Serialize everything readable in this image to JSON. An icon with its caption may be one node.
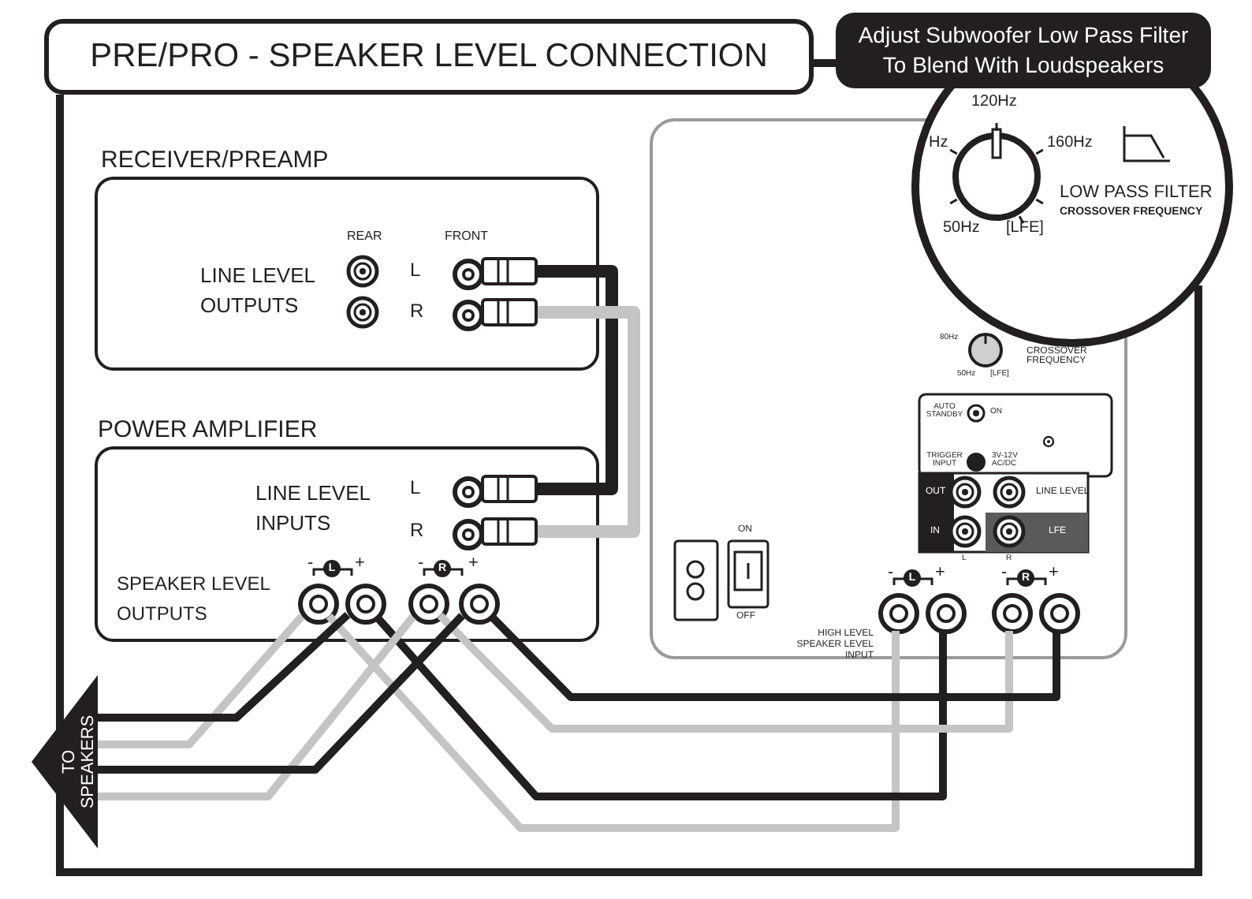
{
  "diagram": {
    "nodes": [
      {
        "text": [
          "PRE/PRO - SPEAKER LEVEL CONNECTION"
        ]
      },
      {
        "text": [
          "Adjust Subwoofer Low Pass Filter To Blend With Loudspeakers"
        ]
      },
      {
        "text": [
          "LOW PASS FILTER",
          "CROSSOVER FREQUENCY"
        ]
      },
      {
        "text": [
          "RECEIVER/PREAMP",
          "LINE LEVEL OUTPUTS"
        ]
      },
      {
        "text": [],
        "shape": "circle",
        "in": 3
      },
      {
        "text": [],
        "shape": "circle",
        "in": 3
      },
      {
        "text": [
          "POWER AMPLIFIER",
          "LINE LEVEL INPUTS",
          "SPEAKER LEVEL OUTPUTS"
        ]
      },
      {
        "text": [],
        "shape": "circle",
        "in": 6
      },
      {
        "text": [],
        "shape": "circle",
        "in": 6
      },
      {
        "text": [],
        "shape": "circle",
        "in": 6
      },
      {
        "text": [],
        "shape": "circle",
        "in": 6
      },
      {
        "text": [],
        "shape": "circle",
        "in": 6
      },
      {
        "text": [],
        "shape": "circle",
        "in": 6
      },
      {
        "text": [
          "HIGH LEVEL SPEAKER LEVEL INPUT"
        ]
      },
      {
        "text": [],
        "shape": "circle",
        "in": 13
      },
      {
        "text": [],
        "shape": "circle",
        "in": 13
      },
      {
        "text": [],
        "shape": "circle",
        "in": 13
      },
      {
        "text": [],
        "shape": "circle",
        "in": 13
      },
      {
        "text": [
          "TO SPEAKERS"
        ]
      }
    ],
    "edges": [
      {
        "from": 0,
        "to": 1,
        "arrow": "none"
      },
      {
        "from": 4,
        "to": 7,
        "arrow": "none"
      },
      {
        "from": 5,
        "to": 8,
        "arrow": "none",
        "color": "#c4c4c4"
      },
      {
        "from": 9,
        "to": 14,
        "arrow": "none",
        "color": "#c4c4c4"
      },
      {
        "from": 10,
        "to": 15,
        "arrow": "none"
      },
      {
        "from": 11,
        "to": 16,
        "arrow": "none",
        "color": "#c4c4c4"
      },
      {
        "from": 12,
        "to": 17,
        "arrow": "none"
      },
      {
        "from": 9,
        "to": 18,
        "arrow": "none",
        "color": "#c4c4c4"
      },
      {
        "from": 10,
        "to": 18,
        "arrow": "none"
      },
      {
        "from": 11,
        "to": 18,
        "arrow": "none",
        "color": "#c4c4c4"
      },
      {
        "from": 12,
        "to": 18,
        "arrow": "none"
      }
    ],
    "labels": [
      "120Hz",
      "Hz",
      "160Hz",
      "50Hz",
      "[LFE]",
      "REAR",
      "FRONT",
      "L",
      "R",
      "80Hz",
      "50Hz",
      "[LFE]",
      "CROSSOVER FREQUENCY",
      "AUTO STANDBY",
      "ON",
      "TRIGGER INPUT",
      "3V-12V AC/DC",
      "L",
      "OUT",
      "LINE LEVEL",
      "R",
      "ON",
      "IN",
      "LFE",
      "L",
      "R",
      "-",
      "L",
      "+",
      "-",
      "R",
      "+",
      "OFF",
      "-",
      "L",
      "+",
      "-",
      "R",
      "+"
    ]
  }
}
